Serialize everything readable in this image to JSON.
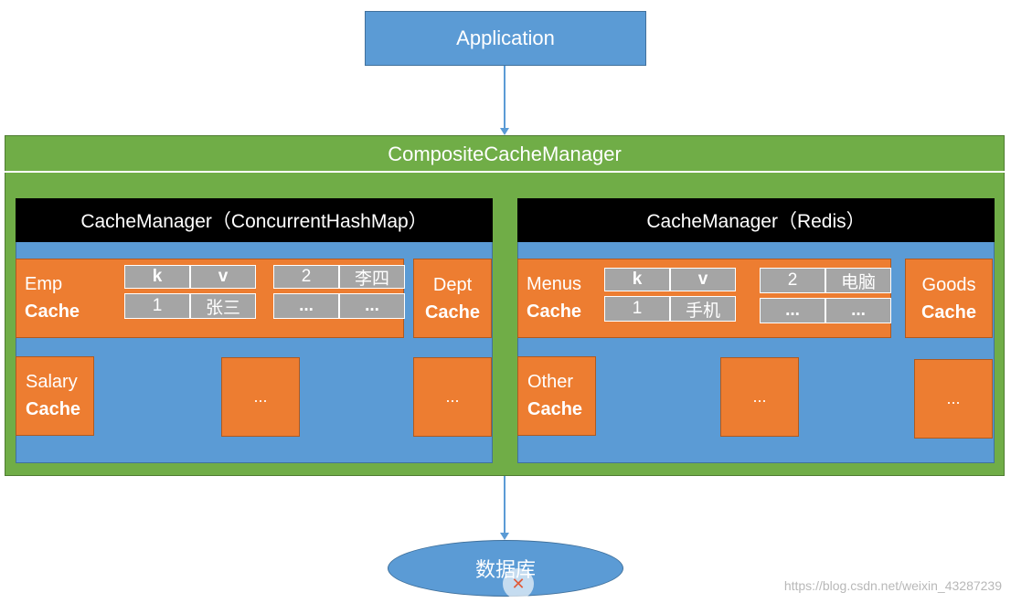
{
  "application": "Application",
  "composite": "CompositeCacheManager",
  "managers": {
    "left": {
      "title": "CacheManager（ConcurrentHashMap）",
      "caches": {
        "emp": {
          "line1": "Emp",
          "line2": "Cache"
        },
        "dept": {
          "line1": "Dept",
          "line2": "Cache"
        },
        "salary": {
          "line1": "Salary",
          "line2": "Cache"
        },
        "more1": "...",
        "more2": "..."
      },
      "kv": {
        "k": "k",
        "v": "v",
        "r1k": "1",
        "r1v": "张三",
        "r2k": "2",
        "r2v": "李四",
        "r3k": "...",
        "r3v": "..."
      }
    },
    "right": {
      "title": "CacheManager（Redis）",
      "caches": {
        "menus": {
          "line1": "Menus",
          "line2": "Cache"
        },
        "goods": {
          "line1": "Goods",
          "line2": "Cache"
        },
        "other": {
          "line1": "Other",
          "line2": "Cache"
        },
        "more1": "...",
        "more2": "..."
      },
      "kv": {
        "k": "k",
        "v": "v",
        "r1k": "1",
        "r1v": "手机",
        "r2k": "2",
        "r2v": "电脑",
        "r3k": "...",
        "r3v": "..."
      }
    }
  },
  "database": "数据库",
  "watermark": "https://blog.csdn.net/weixin_43287239",
  "watermark_icon": "csdn-logo-icon",
  "colors": {
    "blue": "#5b9bd5",
    "green": "#70ad47",
    "orange": "#ed7d31",
    "gray": "#a5a5a5",
    "black": "#000000"
  }
}
